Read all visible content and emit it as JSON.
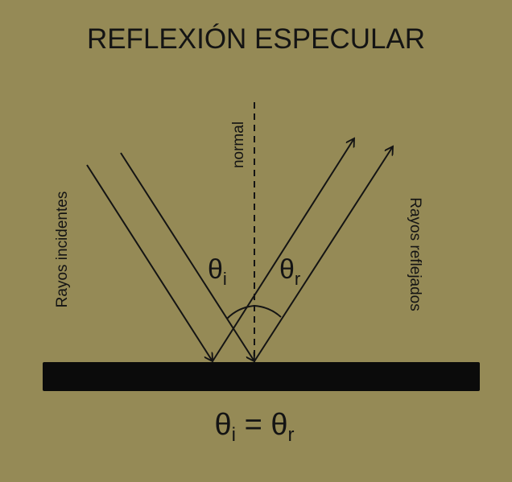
{
  "title": "REFLEXIÓN ESPECULAR",
  "labels": {
    "normal": "normal",
    "incident": "Rayos incidentes",
    "reflected": "Rayos reflejados"
  },
  "angles": {
    "incident_symbol": "θ",
    "incident_subscript": "i",
    "reflected_symbol": "θ",
    "reflected_subscript": "r"
  },
  "equation": {
    "lhs_symbol": "θ",
    "lhs_subscript": "i",
    "equals": " = ",
    "rhs_symbol": "θ",
    "rhs_subscript": "r"
  },
  "colors": {
    "background": "#958a56",
    "ink": "#141414"
  }
}
